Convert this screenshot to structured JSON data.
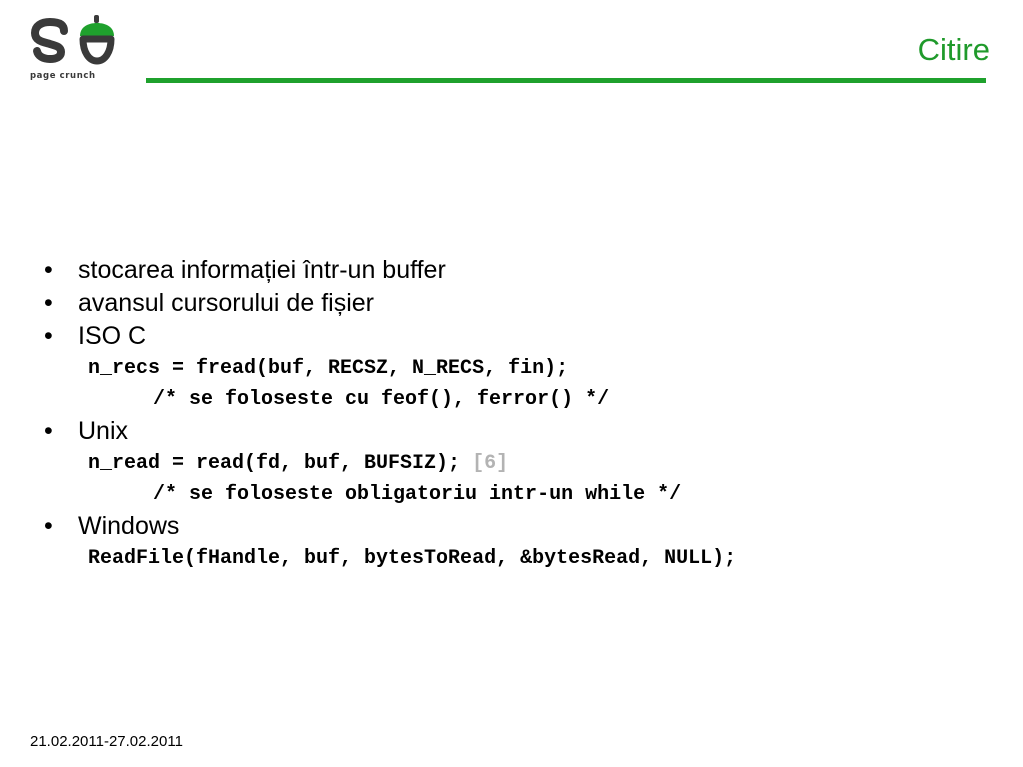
{
  "header": {
    "logo_text": "page crunch",
    "title": "Citire"
  },
  "content": {
    "bullet_1": "stocarea informației într-un buffer",
    "bullet_2": "avansul cursorului de fișier",
    "bullet_3": "ISO C",
    "code_iso_1": "n_recs = fread(buf, RECSZ, N_RECS, fin);",
    "code_iso_2": "/* se foloseste cu feof(), ferror() */",
    "bullet_4": "Unix",
    "code_unix_1": "n_read = read(fd, buf, BUFSIZ); ",
    "code_unix_ref": "[6]",
    "code_unix_2": "/* se foloseste obligatoriu intr-un while */",
    "bullet_5": "Windows",
    "code_win_1": "ReadFile(fHandle, buf, bytesToRead, &bytesRead, NULL);",
    "bullet_marker": "•"
  },
  "footer": {
    "date_range": "21.02.2011-27.02.2011"
  },
  "colors": {
    "accent_green": "#1fa12d",
    "title_green": "#1f9a2b",
    "logo_dark": "#3a3a3a",
    "reference_gray": "#b3b3b3"
  }
}
